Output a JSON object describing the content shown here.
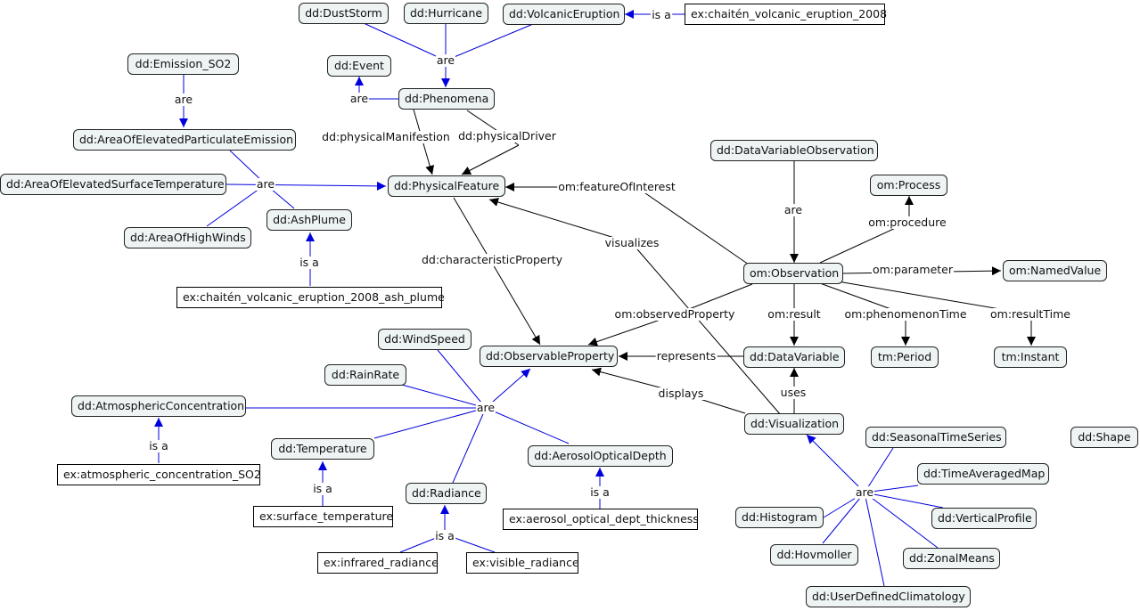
{
  "colors": {
    "is_a_arrow": "#0000dd",
    "relation_arrow": "#000000",
    "concept_fill": "#eef3f4"
  },
  "nodes": {
    "dust_storm": "dd:DustStorm",
    "hurricane": "dd:Hurricane",
    "volcanic_eruption": "dd:VolcanicEruption",
    "chaiten_eruption": "ex:chaitén_volcanic_eruption_2008",
    "emission_so2": "dd:Emission_SO2",
    "event": "dd:Event",
    "phenomena": "dd:Phenomena",
    "area_particulate": "dd:AreaOfElevatedParticulateEmission",
    "area_surface_temp": "dd:AreaOfElevatedSurfaceTemperature",
    "physical_feature": "dd:PhysicalFeature",
    "ash_plume": "dd:AshPlume",
    "area_high_winds": "dd:AreaOfHighWinds",
    "chaiten_ash_plume": "ex:chaitén_volcanic_eruption_2008_ash_plume",
    "data_variable_observation": "dd:DataVariableObservation",
    "process": "om:Process",
    "observation": "om:Observation",
    "named_value": "om:NamedValue",
    "wind_speed": "dd:WindSpeed",
    "observable_property": "dd:ObservableProperty",
    "rain_rate": "dd:RainRate",
    "data_variable": "dd:DataVariable",
    "period": "tm:Period",
    "instant": "tm:Instant",
    "atmospheric_concentration": "dd:AtmosphericConcentration",
    "visualization": "dd:Visualization",
    "temperature": "dd:Temperature",
    "aerosol_optical_depth": "dd:AerosolOpticalDepth",
    "seasonal_time_series": "dd:SeasonalTimeSeries",
    "shape": "dd:Shape",
    "atmospheric_concentration_so2": "ex:atmospheric_concentration_SO2",
    "time_averaged_map": "dd:TimeAveragedMap",
    "radiance": "dd:Radiance",
    "surface_temperature": "ex:surface_temperature",
    "aerosol_optical_thickness": "ex:aerosol_optical_dept_thickness",
    "histogram": "dd:Histogram",
    "vertical_profile": "dd:VerticalProfile",
    "infrared_radiance": "ex:infrared_radiance",
    "visible_radiance": "ex:visible_radiance",
    "hovmoller": "dd:Hovmoller",
    "zonal_means": "dd:ZonalMeans",
    "user_defined_climatology": "dd:UserDefinedClimatology"
  },
  "link_labels": {
    "is_a": "is a",
    "are": "are",
    "physical_manifestion": "dd:physicalManifestion",
    "physical_driver": "dd:physicalDriver",
    "feature_of_interest": "om:featureOfInterest",
    "procedure": "om:procedure",
    "visualizes": "visualizes",
    "characteristic_property": "dd:characteristicProperty",
    "parameter": "om:parameter",
    "observed_property": "om:observedProperty",
    "result": "om:result",
    "phenomenon_time": "om:phenomenonTime",
    "result_time": "om:resultTime",
    "represents": "represents",
    "displays": "displays",
    "uses": "uses"
  }
}
